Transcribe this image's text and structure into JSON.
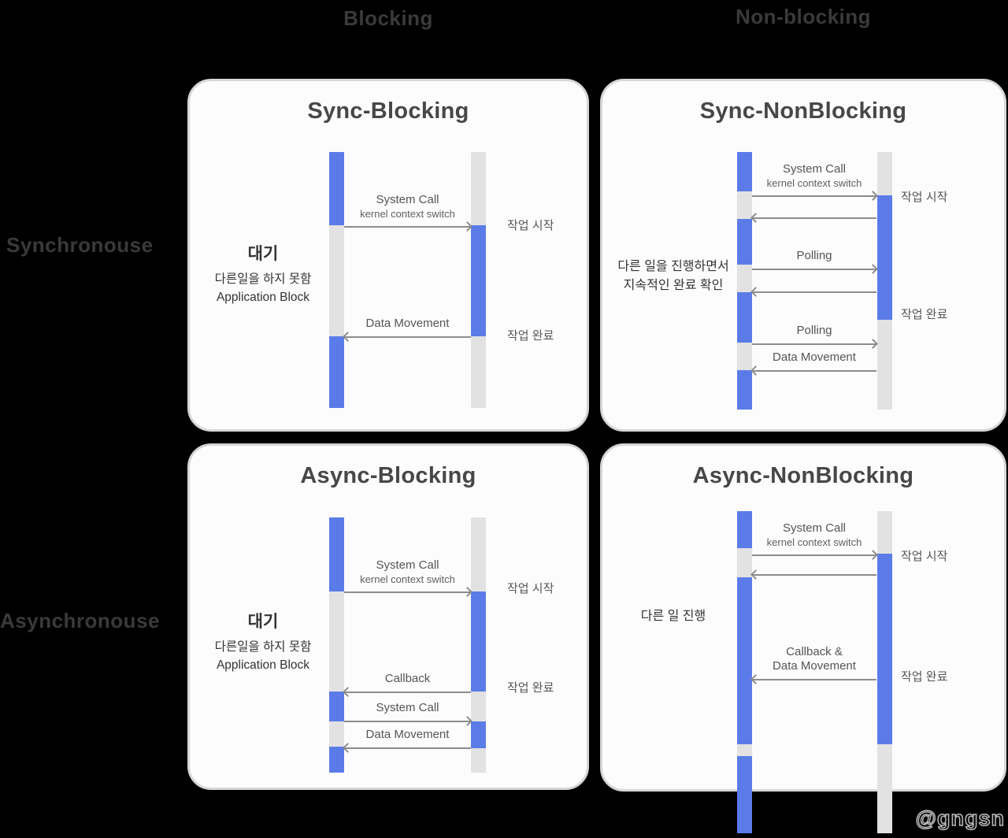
{
  "outer_labels": {
    "blocking": "Blocking",
    "non_blocking": "Non-blocking",
    "synchronous": "Synchronouse",
    "asynchronous": "Asynchronouse"
  },
  "watermark": "@gngsn",
  "colors": {
    "background": "#000000",
    "card_background": "#fcfcfd",
    "card_border": "#d6d6d6",
    "active_blue": "#5b7ce8",
    "idle_gray": "#e2e2e2",
    "arrow_gray": "#8c8c8c",
    "title_text": "#474747",
    "label_text": "#555555",
    "outer_label_text": "#3a3a3a"
  },
  "cards": [
    {
      "title": "Sync-Blocking",
      "note": [
        "대기",
        "다른일을 하지 못함",
        "Application Block"
      ],
      "messages": [
        {
          "dir": "right",
          "label": "System Call",
          "sublabel": "kernel context switch"
        },
        {
          "dir": "left",
          "label": "Data Movement"
        }
      ],
      "side_labels": [
        "작업 시작",
        "작업 완료"
      ]
    },
    {
      "title": "Sync-NonBlocking",
      "note": [
        "다른 일을 진행하면서",
        "지속적인 완료 확인"
      ],
      "messages": [
        {
          "dir": "right",
          "label": "System Call",
          "sublabel": "kernel context switch"
        },
        {
          "dir": "left"
        },
        {
          "dir": "right",
          "label": "Polling"
        },
        {
          "dir": "left"
        },
        {
          "dir": "right",
          "label": "Polling"
        },
        {
          "dir": "left",
          "label": "Data Movement"
        }
      ],
      "side_labels": [
        "작업 시작",
        "작업 완료"
      ]
    },
    {
      "title": "Async-Blocking",
      "note": [
        "대기",
        "다른일을 하지 못함",
        "Application Block"
      ],
      "messages": [
        {
          "dir": "right",
          "label": "System Call",
          "sublabel": "kernel context switch"
        },
        {
          "dir": "left",
          "label": "Callback"
        },
        {
          "dir": "right",
          "label": "System Call"
        },
        {
          "dir": "left",
          "label": "Data Movement"
        }
      ],
      "side_labels": [
        "작업 시작",
        "작업 완료"
      ]
    },
    {
      "title": "Async-NonBlocking",
      "note": [
        "다른 일 진행"
      ],
      "messages": [
        {
          "dir": "right",
          "label": "System Call",
          "sublabel": "kernel context switch"
        },
        {
          "dir": "left"
        },
        {
          "dir": "left",
          "label": "Callback &",
          "label2": "Data Movement"
        }
      ],
      "side_labels": [
        "작업 시작",
        "작업 완료"
      ]
    }
  ]
}
